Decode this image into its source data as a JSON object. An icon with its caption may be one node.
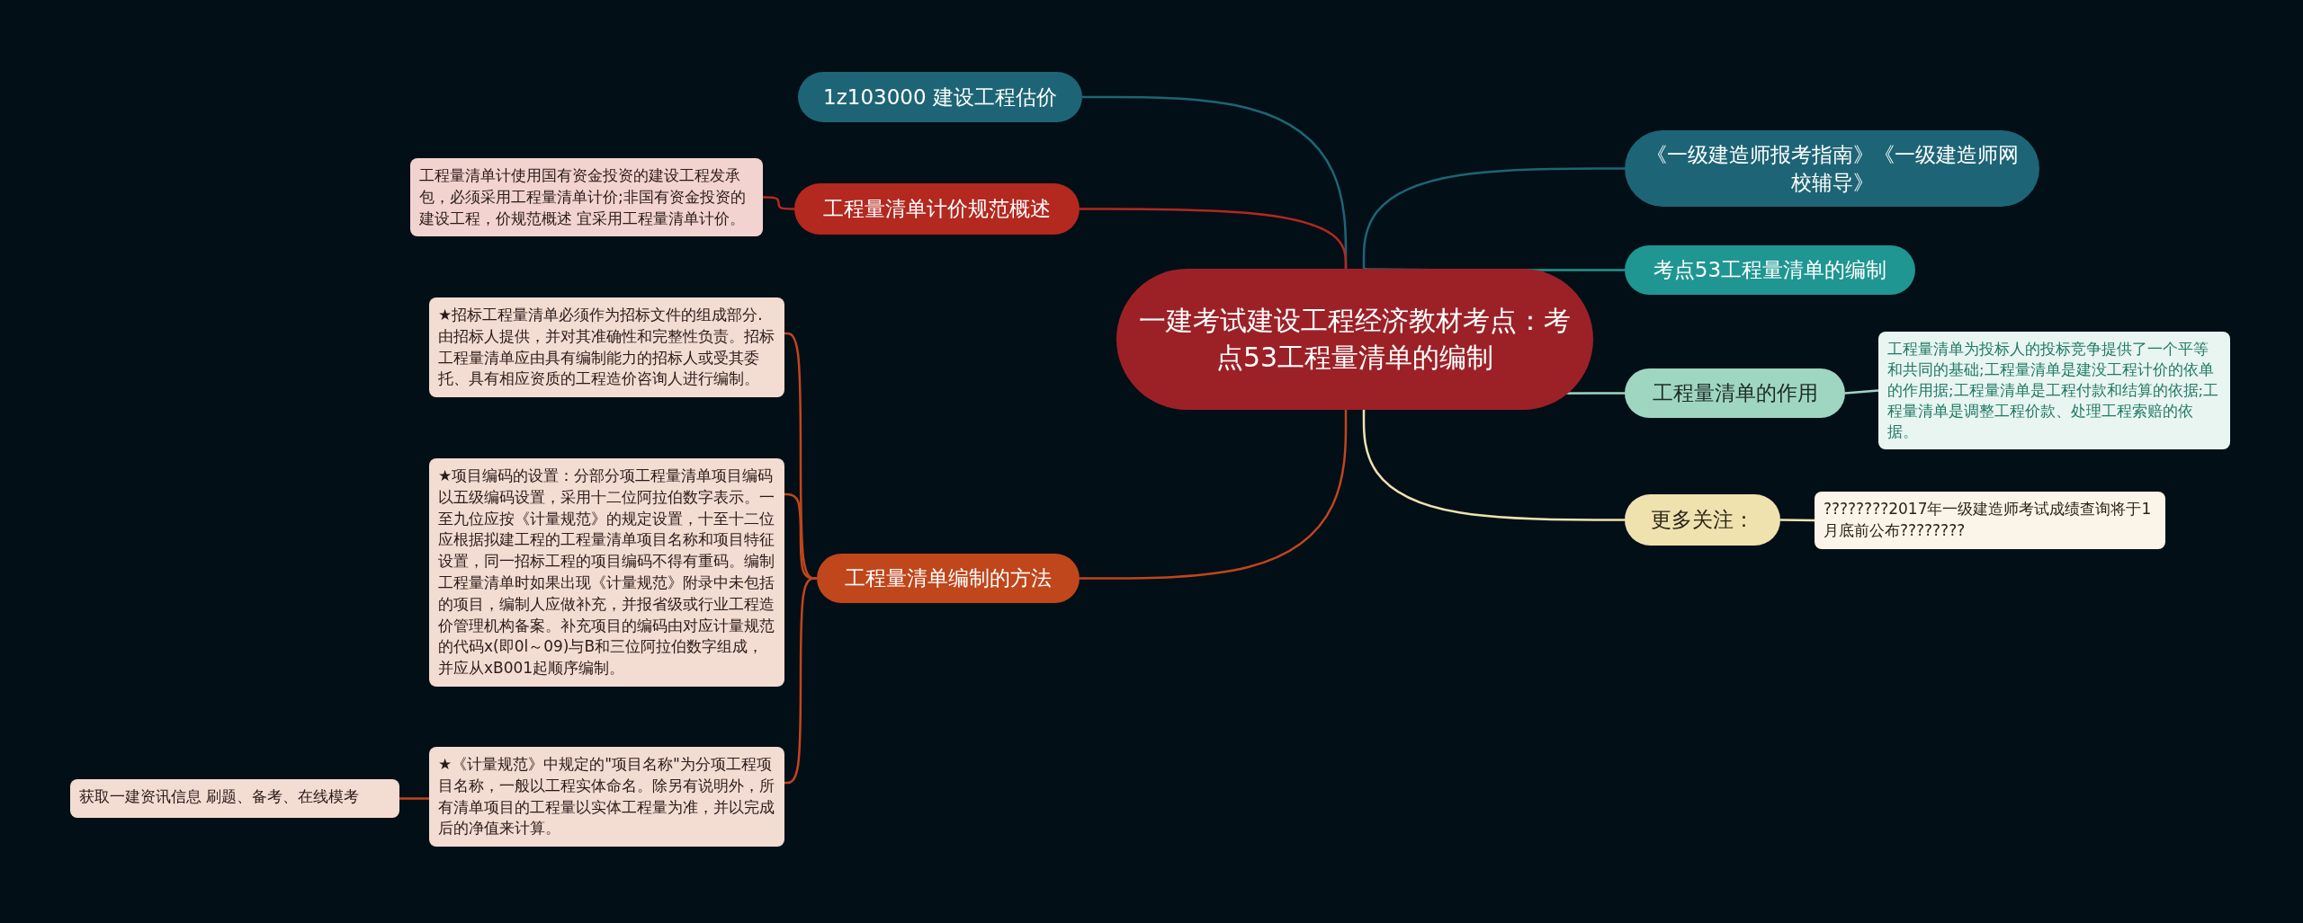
{
  "diagram": {
    "nodes": [
      {
        "text": [
          "一建考试建设工程经济教材考点：考点53工程量清单的编制"
        ]
      },
      {
        "text": [
          "1z103000 建设工程估价"
        ]
      },
      {
        "text": [
          "工程量清单计价规范概述"
        ]
      },
      {
        "text": [
          "工程量清单计使用国有资金投资的建设工程发承包，必须采用工程量清单计价;非国有资金投资的建设工程，价规范概述 宜采用工程量清单计价。"
        ]
      },
      {
        "text": [
          "工程量清单编制的方法"
        ]
      },
      {
        "text": [
          "★招标工程量清单必须作为招标文件的组成部分.由招标人提供，并对其准确性和完整性负责。招标工程量清单应由具有编制能力的招标人或受其委托、具有相应资质的工程造价咨询人进行编制。"
        ]
      },
      {
        "text": [
          "★项目编码的设置：分部分项工程量清单项目编码以五级编码设置，采用十二位阿拉伯数字表示。一至九位应按《计量规范》的规定设置，十至十二位应根据拟建工程的工程量清单项目名称和项目特征设置，同一招标工程的项目编码不得有重码。编制工程量清单时如果出现《计量规范》附录中未包括的项目，编制人应做补充，并报省级或行业工程造价管理机构备案。补充项目的编码由对应计量规范的代码x(即0l～09)与B和三位阿拉伯数字组成，并应从xB001起顺序编制。"
        ]
      },
      {
        "text": [
          "★《计量规范》中规定的\"项目名称\"为分项工程项目名称，一般以工程实体命名。除另有说明外，所有清单项目的工程量以实体工程量为准，并以完成后的净值来计算。"
        ]
      },
      {
        "text": [
          "获取一建资讯信息 刷题、备考、在线模考"
        ]
      },
      {
        "text": [
          "《一级建造师报考指南》《一级建造师网校辅导》"
        ]
      },
      {
        "text": [
          "考点53工程量清单的编制"
        ]
      },
      {
        "text": [
          "工程量清单的作用"
        ]
      },
      {
        "text": [
          "工程量清单为投标人的投标竞争提供了一个平等和共同的基础;工程量清单是建没工程计价的依单的作用据;工程量清单是工程付款和结算的依据;工程量清单是调整工程价款、处理工程索赔的依据。"
        ]
      },
      {
        "text": [
          "更多关注："
        ]
      },
      {
        "text": [
          "????????2017年一级建造师考试成绩查询将于1月底前公布????????"
        ]
      }
    ],
    "edges": [
      {
        "from": 0,
        "to": 1,
        "arrow": "none",
        "color": "#1d6576"
      },
      {
        "from": 0,
        "to": 2,
        "arrow": "none",
        "color": "#b3281f"
      },
      {
        "from": 2,
        "to": 3,
        "arrow": "none",
        "color": "#b3281f"
      },
      {
        "from": 0,
        "to": 4,
        "arrow": "none",
        "color": "#c0461b"
      },
      {
        "from": 4,
        "to": 5,
        "arrow": "none",
        "color": "#c0461b"
      },
      {
        "from": 4,
        "to": 6,
        "arrow": "none",
        "color": "#c0461b"
      },
      {
        "from": 4,
        "to": 7,
        "arrow": "none",
        "color": "#c0461b"
      },
      {
        "from": 7,
        "to": 8,
        "arrow": "none",
        "color": "#c0461b"
      },
      {
        "from": 0,
        "to": 9,
        "arrow": "none",
        "color": "#1d6576"
      },
      {
        "from": 0,
        "to": 10,
        "arrow": "none",
        "color": "#1f9692"
      },
      {
        "from": 0,
        "to": 11,
        "arrow": "none",
        "color": "#9fd6c2"
      },
      {
        "from": 11,
        "to": 12,
        "arrow": "none",
        "color": "#9fd6c2"
      },
      {
        "from": 0,
        "to": 13,
        "arrow": "none",
        "color": "#efe2ae"
      },
      {
        "from": 13,
        "to": 14,
        "arrow": "none",
        "color": "#efe2ae"
      }
    ]
  }
}
